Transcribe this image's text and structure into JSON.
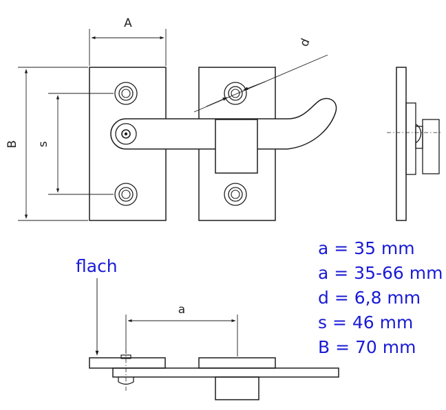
{
  "dimension_letters": {
    "A": "A",
    "B": "B",
    "s": "s",
    "d": "d",
    "a": "a"
  },
  "surface_label": "flach",
  "specs": [
    "a = 35 mm",
    "a = 35-66 mm",
    "d = 6,8 mm",
    "s = 46 mm",
    "B = 70 mm"
  ],
  "colors": {
    "line": "#1c1c1c",
    "annotation_blue": "#1a1ad6"
  }
}
